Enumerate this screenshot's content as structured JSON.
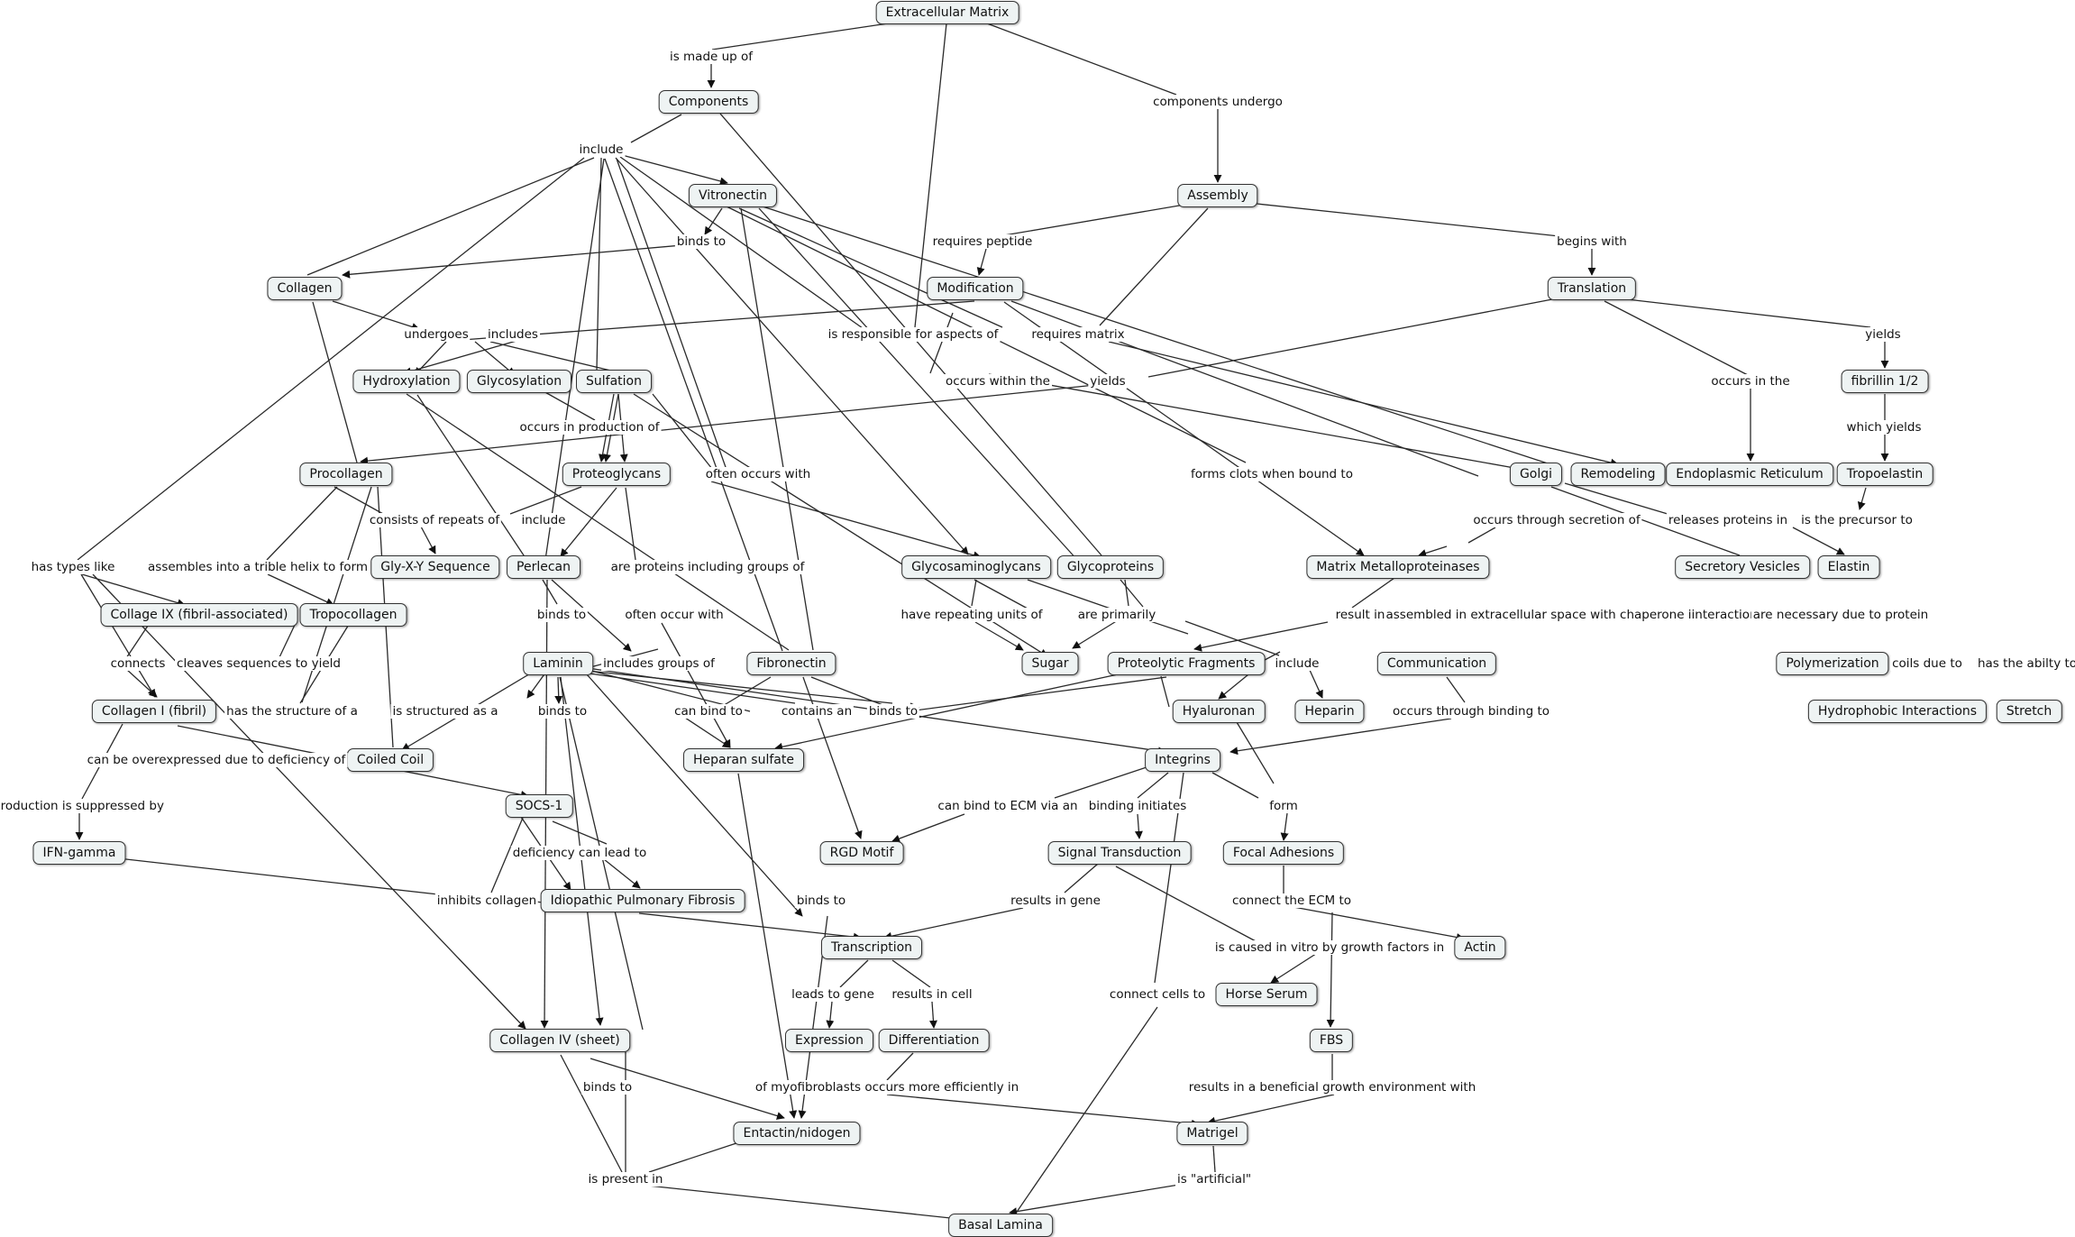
{
  "concepts": {
    "extracellular_matrix": "Extracellular Matrix",
    "components": "Components",
    "assembly": "Assembly",
    "vitronectin": "Vitronectin",
    "collagen": "Collagen",
    "modification": "Modification",
    "translation": "Translation",
    "hydroxylation": "Hydroxylation",
    "glycosylation": "Glycosylation",
    "sulfation": "Sulfation",
    "fibrillin": "fibrillin 1/2",
    "procollagen": "Procollagen",
    "proteoglycans": "Proteoglycans",
    "golgi": "Golgi",
    "remodeling": "Remodeling",
    "endoplasmic_reticulum": "Endoplasmic Reticulum",
    "tropoelastin": "Tropoelastin",
    "gxy_sequence": "Gly-X-Y Sequence",
    "perlecan": "Perlecan",
    "glycosaminoglycans": "Glycosaminoglycans",
    "glycoproteins": "Glycoproteins",
    "matrix_metalloproteinases": "Matrix Metalloproteinases",
    "secretory_vesicles": "Secretory Vesicles",
    "elastin": "Elastin",
    "collagen_ix": "Collage IX (fibril-associated)",
    "tropocollagen": "Tropocollagen",
    "laminin": "Laminin",
    "fibronectin": "Fibronectin",
    "sugar": "Sugar",
    "proteolytic_fragments": "Proteolytic Fragments",
    "communication": "Communication",
    "polymerization": "Polymerization",
    "collagen_i": "Collagen I (fibril)",
    "hyaluronan": "Hyaluronan",
    "heparin": "Heparin",
    "hydrophobic_interactions": "Hydrophobic Interactions",
    "stretch": "Stretch",
    "coiled_coil": "Coiled Coil",
    "heparan_sulfate": "Heparan sulfate",
    "integrins": "Integrins",
    "socs1": "SOCS-1",
    "ifn_gamma": "IFN-gamma",
    "rgd_motif": "RGD Motif",
    "signal_transduction": "Signal Transduction",
    "focal_adhesions": "Focal Adhesions",
    "ipf": "Idiopathic Pulmonary Fibrosis",
    "transcription": "Transcription",
    "actin": "Actin",
    "horse_serum": "Horse Serum",
    "collagen_iv": "Collagen IV (sheet)",
    "expression": "Expression",
    "differentiation": "Differentiation",
    "fbs": "FBS",
    "entactin": "Entactin/nidogen",
    "matrigel": "Matrigel",
    "basal_lamina": "Basal Lamina"
  },
  "linking_phrases": {
    "is_made_up_of": "is made up of",
    "components_undergo": "components undergo",
    "include_1": "include",
    "binds_to_1": "binds to",
    "requires_peptide": "requires peptide",
    "begins_with": "begins with",
    "undergoes": "undergoes",
    "includes": "includes",
    "is_responsible_for": "is responsible for aspects of",
    "requires_matrix": "requires matrix",
    "yields_1": "yields",
    "occurs_within_the": "occurs within the",
    "yields_2": "yields",
    "occurs_in_the": "occurs in the",
    "occurs_in_production_of": "occurs in production of",
    "which_yields": "which yields",
    "often_occurs_with": "often occurs with",
    "forms_clots": "forms clots when bound to",
    "consists_of_repeats_of": "consists of repeats of",
    "include_2": "include",
    "occurs_through_secretion": "occurs through secretion of",
    "releases_proteins_in": "releases proteins in",
    "is_the_precursor_to": "is the precursor to",
    "has_types_like": "has types like",
    "assembles_into": "assembles into a trible helix to form",
    "are_proteins_including": "are proteins including groups of",
    "have_repeating_units": "have repeating units of",
    "are_primarily": "are primarily",
    "result_in": "result in",
    "assembled_in_extracellular": "assembled in extracellular space with chaperone iinteraction with",
    "are_necessary_due_to": "are necessary due to protein",
    "binds_to_2": "binds to",
    "often_occur_with": "often occur with",
    "connects": "connects",
    "cleaves_sequences": "cleaves sequences to yield",
    "includes_groups_of": "includes groups of",
    "include_3": "include",
    "coils_due_to": "coils due to",
    "has_the_ability_to": "has the abilty to",
    "has_the_structure_of": "has the structure of a",
    "is_structured_as": "is structured as a",
    "binds_to_3": "binds to",
    "can_bind_to_1": "can bind to",
    "contains_an": "contains an",
    "binds_to_4": "binds to",
    "occurs_through_binding": "occurs through binding to",
    "can_be_overexpressed": "can be overexpressed due to deficiency of",
    "production_is_suppressed": "production is suppressed by",
    "can_bind_to_ecm": "can bind to ECM via an",
    "binding_initiates": "binding initiates",
    "form": "form",
    "deficiency_can_lead_to": "deficiency can lead to",
    "inhibits_collagen": "inhibits collagen",
    "binds_to_5": "binds to",
    "results_in_gene": "results in gene",
    "connect_the_ecm": "connect the ECM to",
    "is_caused_in_vitro": "is caused in vitro by growth factors in",
    "leads_to_gene": "leads to gene",
    "results_in_cell": "results in cell",
    "connect_cells_to": "connect cells to",
    "binds_to_6": "binds to",
    "of_myofibroblasts": "of myofibroblasts occurs more efficiently in",
    "results_in_beneficial": "results in a beneficial growth environment with",
    "is_present_in": "is present in",
    "is_artificial": "is \"artificial\""
  }
}
